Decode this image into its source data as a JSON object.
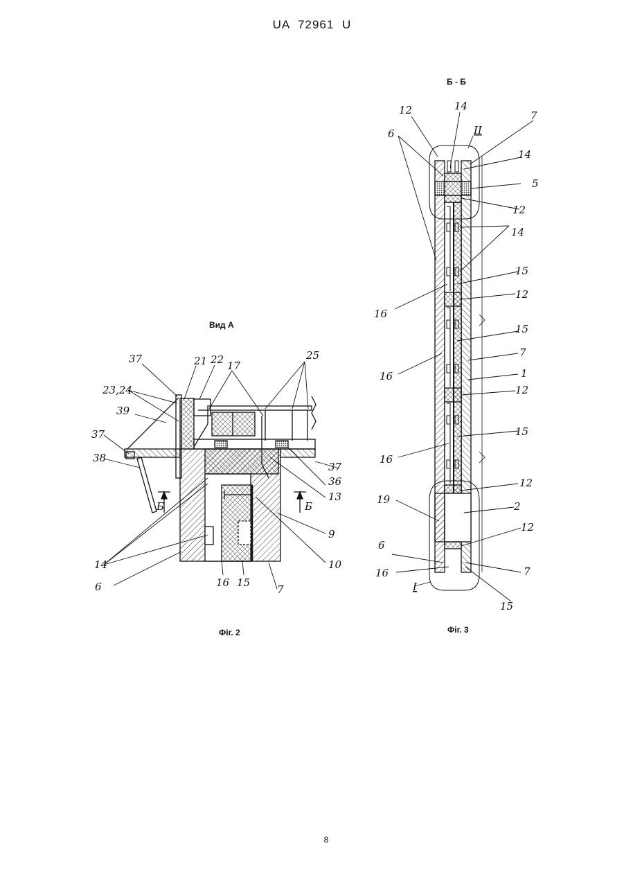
{
  "header": {
    "patent_number": "UA   72961   U"
  },
  "page_number": "8",
  "figure2": {
    "view_title": "Вид А",
    "caption": "Фіг. 2",
    "labels": [
      "37",
      "21",
      "22",
      "17",
      "25",
      "23,24",
      "39",
      "37",
      "38",
      "Б",
      "Б",
      "37",
      "36",
      "13",
      "14",
      "9",
      "10",
      "6",
      "16",
      "15",
      "7"
    ]
  },
  "figure3": {
    "section_title": "Б - Б",
    "caption": "Фіг. 3",
    "labels": [
      "12",
      "14",
      "II",
      "7",
      "6",
      "14",
      "5",
      "12",
      "14",
      "15",
      "12",
      "16",
      "15",
      "7",
      "16",
      "1",
      "12",
      "15",
      "16",
      "12",
      "19",
      "2",
      "12",
      "6",
      "16",
      "I",
      "7",
      "15"
    ]
  }
}
